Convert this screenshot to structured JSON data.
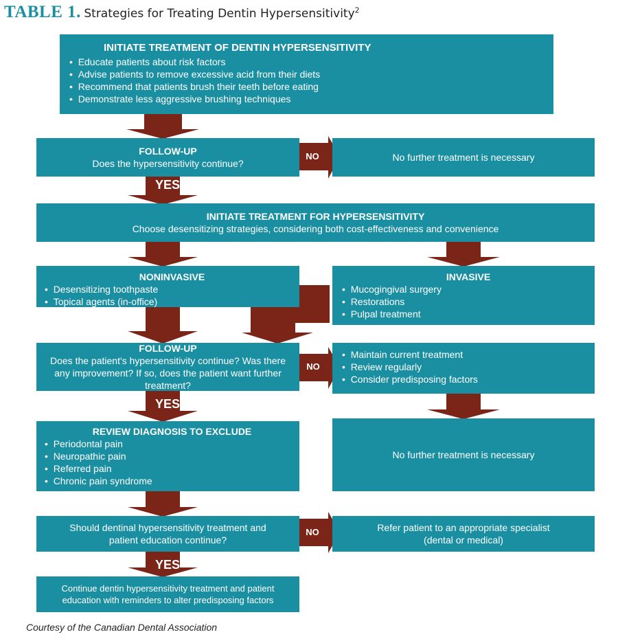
{
  "header": {
    "table_label": "TABLE 1.",
    "title": "Strategies for Treating Dentin Hypersensitivity",
    "superscript": "2"
  },
  "colors": {
    "box": "#1b8fa2",
    "arrow": "#7a2518",
    "text": "#ffffff"
  },
  "nodes": {
    "initiate": {
      "title": "INITIATE TREATMENT OF DENTIN HYPERSENSITIVITY",
      "items": [
        "Educate patients about risk factors",
        "Advise patients to remove excessive acid from their diets",
        "Recommend that patients brush their teeth before eating",
        "Demonstrate less aggressive brushing techniques"
      ]
    },
    "followup1": {
      "title": "FOLLOW-UP",
      "text": "Does the hypersensitivity continue?"
    },
    "no_further1": {
      "text": "No further treatment is necessary"
    },
    "initiate2": {
      "title": "INITIATE TREATMENT FOR HYPERSENSITIVITY",
      "text": "Choose desensitizing strategies, considering both cost-effectiveness and convenience"
    },
    "noninvasive": {
      "title": "NONINVASIVE",
      "items": [
        "Desensitizing toothpaste",
        "Topical agents (in-office)"
      ]
    },
    "invasive": {
      "title": "INVASIVE",
      "items": [
        "Mucogingival surgery",
        "Restorations",
        "Pulpal treatment"
      ]
    },
    "followup2": {
      "title": "FOLLOW-UP",
      "text": "Does the patient's hypersensitivity continue? Was there any improvement? If so, does the patient want further treatment?"
    },
    "maintain": {
      "items": [
        "Maintain current treatment",
        "Review regularly",
        "Consider predisposing factors"
      ]
    },
    "review": {
      "title": "REVIEW DIAGNOSIS TO EXCLUDE",
      "items": [
        "Periodontal pain",
        "Neuropathic pain",
        "Referred pain",
        "Chronic pain syndrome"
      ]
    },
    "no_further2": {
      "text": "No further treatment is necessary"
    },
    "should": {
      "text": "Should dentinal hypersensitivity treatment and patient education continue?"
    },
    "refer": {
      "text": "Refer patient to an appropriate specialist (dental or medical)"
    },
    "continue": {
      "text": "Continue dentin hypersensitivity treatment and patient education with reminders to alter predisposing factors"
    }
  },
  "arrow_labels": {
    "yes": "YES",
    "no": "NO"
  },
  "credit": "Courtesy of the Canadian Dental Association"
}
